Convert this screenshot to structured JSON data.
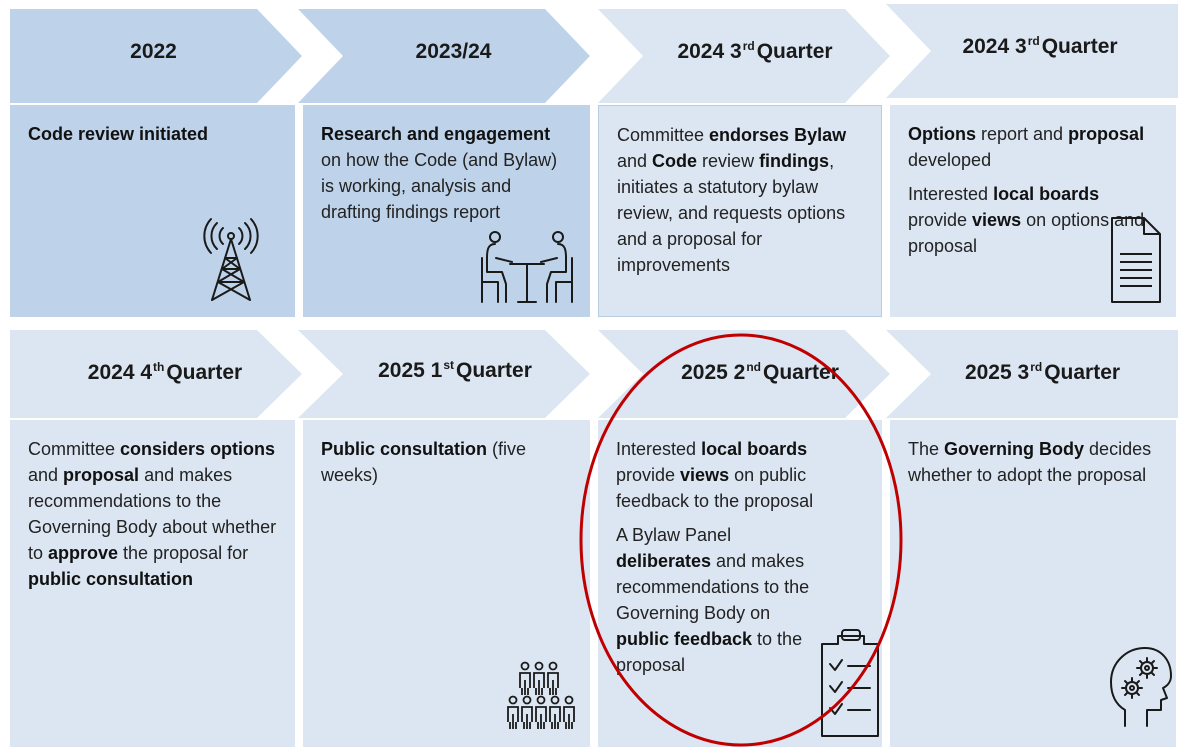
{
  "row1": [
    {
      "period": {
        "pre": "2022",
        "sup": "",
        "post": ""
      },
      "text": [
        [
          [
            "Code review initiated",
            true
          ]
        ]
      ],
      "icon": "radio-tower-icon"
    },
    {
      "period": {
        "pre": "2023/24",
        "sup": "",
        "post": ""
      },
      "text": [
        [
          [
            "Research and engagement",
            true
          ],
          [
            " on how the Code (and Bylaw) is working, analysis and drafting findings report",
            false
          ]
        ]
      ],
      "icon": "meeting-people-icon"
    },
    {
      "period": {
        "pre": "2024 3",
        "sup": "rd",
        "post": " Quarter"
      },
      "text": [
        [
          [
            "Committee ",
            false
          ],
          [
            "endorses Bylaw",
            true
          ],
          [
            " and ",
            false
          ],
          [
            "Code",
            true
          ],
          [
            " review ",
            false
          ],
          [
            "findings",
            true
          ],
          [
            ", initiates a statutory bylaw review, and requests options and a proposal for improvements",
            false
          ]
        ]
      ],
      "icon": ""
    },
    {
      "period": {
        "pre": "2024 3",
        "sup": "rd",
        "post": " Quarter"
      },
      "text": [
        [
          [
            "Options",
            true
          ],
          [
            " report and ",
            false
          ],
          [
            "proposal",
            true
          ],
          [
            " developed",
            false
          ]
        ],
        [
          [
            "Interested ",
            false
          ],
          [
            "local boards",
            true
          ],
          [
            " provide ",
            false
          ],
          [
            "views",
            true
          ],
          [
            " on options and proposal",
            false
          ]
        ]
      ],
      "icon": "document-icon"
    }
  ],
  "row2": [
    {
      "period": {
        "pre": "2024 4",
        "sup": "th",
        "post": " Quarter"
      },
      "text": [
        [
          [
            "Committee ",
            false
          ],
          [
            "considers options",
            true
          ],
          [
            " and ",
            false
          ],
          [
            "proposal",
            true
          ],
          [
            " and makes recommendations to the Governing Body about whether to ",
            false
          ],
          [
            "approve",
            true
          ],
          [
            " the proposal for ",
            false
          ],
          [
            "public consultation",
            true
          ]
        ]
      ],
      "icon": ""
    },
    {
      "period": {
        "pre": "2025 1",
        "sup": "st",
        "post": " Quarter"
      },
      "text": [
        [
          [
            "Public consultation",
            true
          ],
          [
            " (five weeks)",
            false
          ]
        ]
      ],
      "icon": "people-crowd-icon"
    },
    {
      "period": {
        "pre": "2025 2",
        "sup": "nd",
        "post": " Quarter"
      },
      "text": [
        [
          [
            "Interested ",
            false
          ],
          [
            "local boards",
            true
          ],
          [
            " provide ",
            false
          ],
          [
            "views",
            true
          ],
          [
            " on public feedback to the proposal",
            false
          ]
        ],
        [
          [
            "A Bylaw Panel ",
            false
          ],
          [
            "deliberates",
            true
          ],
          [
            " and makes recommendations to the Governing Body on ",
            false
          ],
          [
            "public feedback",
            true
          ],
          [
            " to the proposal",
            false
          ]
        ]
      ],
      "icon": "clipboard-checklist-icon"
    },
    {
      "period": {
        "pre": "2025 3",
        "sup": "rd",
        "post": " Quarter"
      },
      "text": [
        [
          [
            "The ",
            false
          ],
          [
            "Governing Body",
            true
          ],
          [
            " decides whether to adopt the proposal",
            false
          ]
        ]
      ],
      "icon": "head-gears-icon"
    }
  ],
  "colors": {
    "chevron_dark": "#bed3ea",
    "chevron_light": "#dce6f2",
    "box_dark": "#bed3ea",
    "box_light": "#dce6f2",
    "highlight_ellipse": "#c00000",
    "icon_stroke": "#1a1a1a"
  }
}
